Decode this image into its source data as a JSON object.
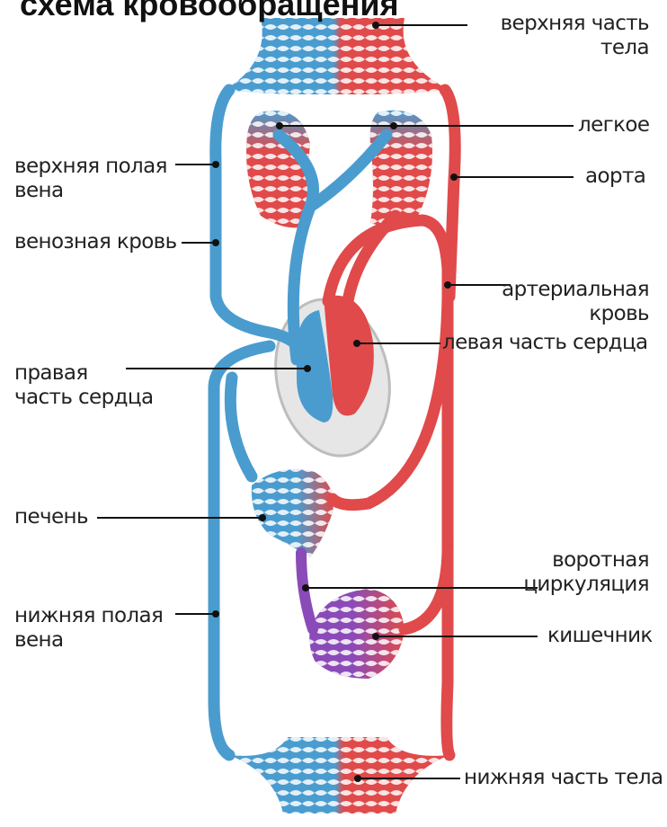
{
  "title": "схема кровообращения",
  "labels": {
    "upper_body": [
      "верхняя часть",
      "тела"
    ],
    "lung": "легкое",
    "aorta": "аорта",
    "superior_vena_cava": [
      "верхняя полая",
      "вена"
    ],
    "venous_blood": "венозная кровь",
    "arterial_blood": [
      "артериальная",
      "кровь"
    ],
    "left_heart": "левая часть сердца",
    "right_heart": [
      "правая",
      "часть сердца"
    ],
    "liver": "печень",
    "portal_circulation": [
      "воротная",
      "циркуляция"
    ],
    "inferior_vena_cava": [
      "нижняя полая",
      "вена"
    ],
    "intestine": "кишечник",
    "lower_body": "нижняя часть тела"
  },
  "colors": {
    "venous": "#4a9ccf",
    "venous_light": "#8cc3e6",
    "arterial": "#e04a4a",
    "arterial_light": "#f19a96",
    "portal": "#8a4bb8",
    "pericardium": "#d8d8d8",
    "leader": "#111111"
  }
}
